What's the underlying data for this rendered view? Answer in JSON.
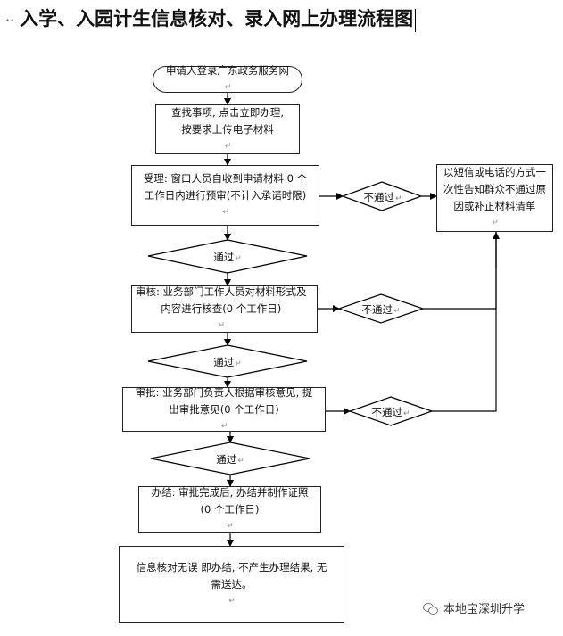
{
  "title": {
    "leader": "··",
    "text": "入学、入园计生信息核对、录入网上办理流程图"
  },
  "return_mark": "↵",
  "steps": {
    "login": "申请人登录广东政务服务网",
    "upload": [
      "查找事项, 点击立即办理,",
      "按要求上传电子材料"
    ],
    "accept": [
      "受理: 窗口人员自收到申请材料 0 个",
      "工作日内进行预审(不计入承诺时限)"
    ],
    "review": [
      "审核: 业务部门工作人员对材料形式及",
      "内容进行核查(0 个工作日)"
    ],
    "approve": [
      "审批: 业务部门负责人根据审核意见, 提",
      "出审批意见(0 个工作日)"
    ],
    "finish": [
      "办结: 审批完成后, 办结并制作证照",
      "(0 个工作日)"
    ],
    "result": [
      "信息核对无误  即办结, 不产生办理结果, 无",
      "需送达。"
    ],
    "notify": [
      "以短信或电话的方式一",
      "次性告知群众不通过原",
      "因或补正材料清单"
    ]
  },
  "decisions": {
    "pass": "通过",
    "fail": "不通过"
  },
  "watermark": "本地宝深圳升学"
}
